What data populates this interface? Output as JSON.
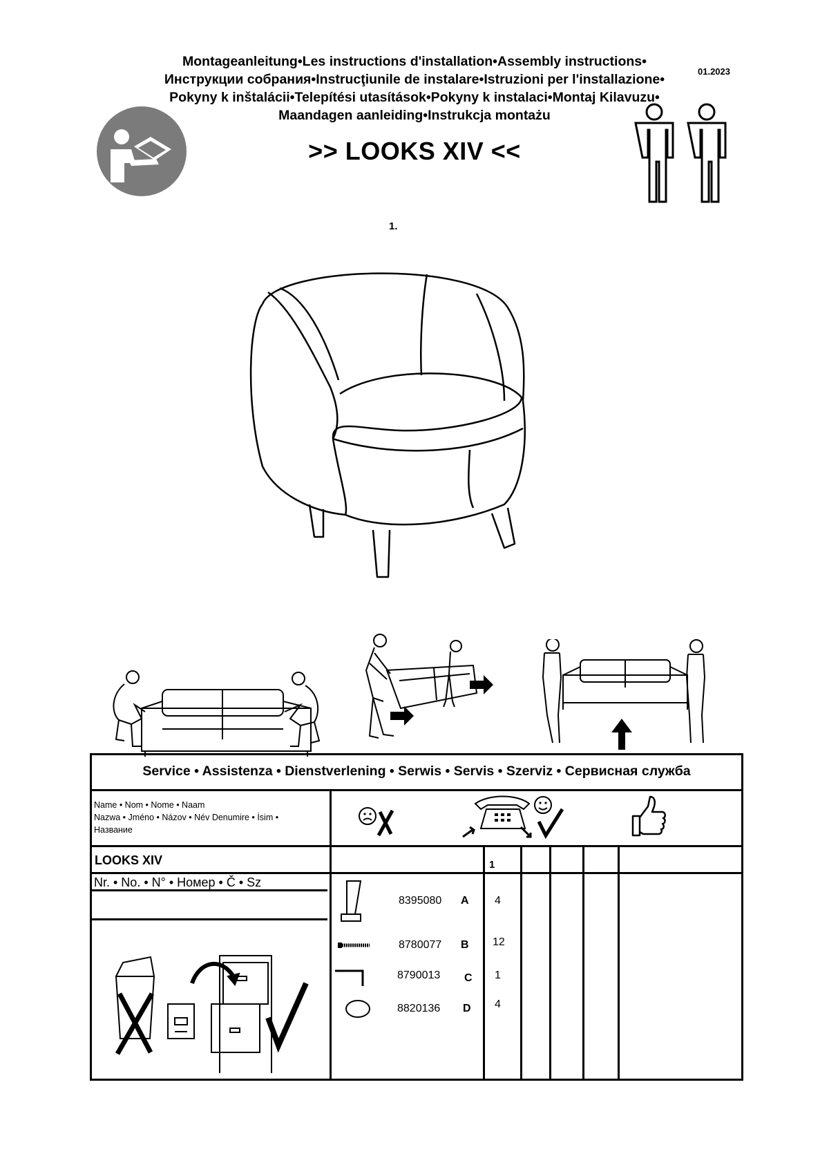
{
  "header": {
    "lines": [
      "Montageanleitung•Les instructions d'installation•Assembly instructions•",
      "Инструкции собрания•Instrucţiunile de instalare•Istruzioni per l'installazione•",
      "Pokyny k inštalácii•Telepítési utasítások•Pokyny k instalaci•Montaj Kilavuzu•",
      "Maandagen aanleiding•Instrukcja montażu"
    ],
    "date": "01.2023",
    "product_title": ">> LOOKS XIV  <<"
  },
  "step": {
    "number": "1."
  },
  "service": {
    "title": "Service • Assistenza • Dienstverlening • Serwis • Servis • Szerviz • Сервисная служба",
    "name_label_1": "Name • Nom • Nome • Naam",
    "name_label_2": "Nazwa • Jméno • Názov • Név Denumire • İsim •",
    "name_label_3": "Название",
    "model_name": "LOOKS XIV",
    "number_label": "Nr. • No. • N° • Номер • Č • Sz",
    "column_number": "1"
  },
  "parts": [
    {
      "code": "8395080",
      "letter": "A",
      "qty": "4"
    },
    {
      "code": "8780077",
      "letter": "B",
      "qty": "12"
    },
    {
      "code": "8790013",
      "letter": "C",
      "qty": "1"
    },
    {
      "code": "8820136",
      "letter": "D",
      "qty": "4"
    }
  ],
  "icons": {
    "manual": "read-manual-icon",
    "people": "two-person-icon",
    "sad": "sad-face-icon",
    "phone": "telephone-icon",
    "happy": "happy-face-icon",
    "thumb": "thumbs-up-icon",
    "bin": "trash-bin-icon",
    "cabinet": "filing-cabinet-icon"
  }
}
